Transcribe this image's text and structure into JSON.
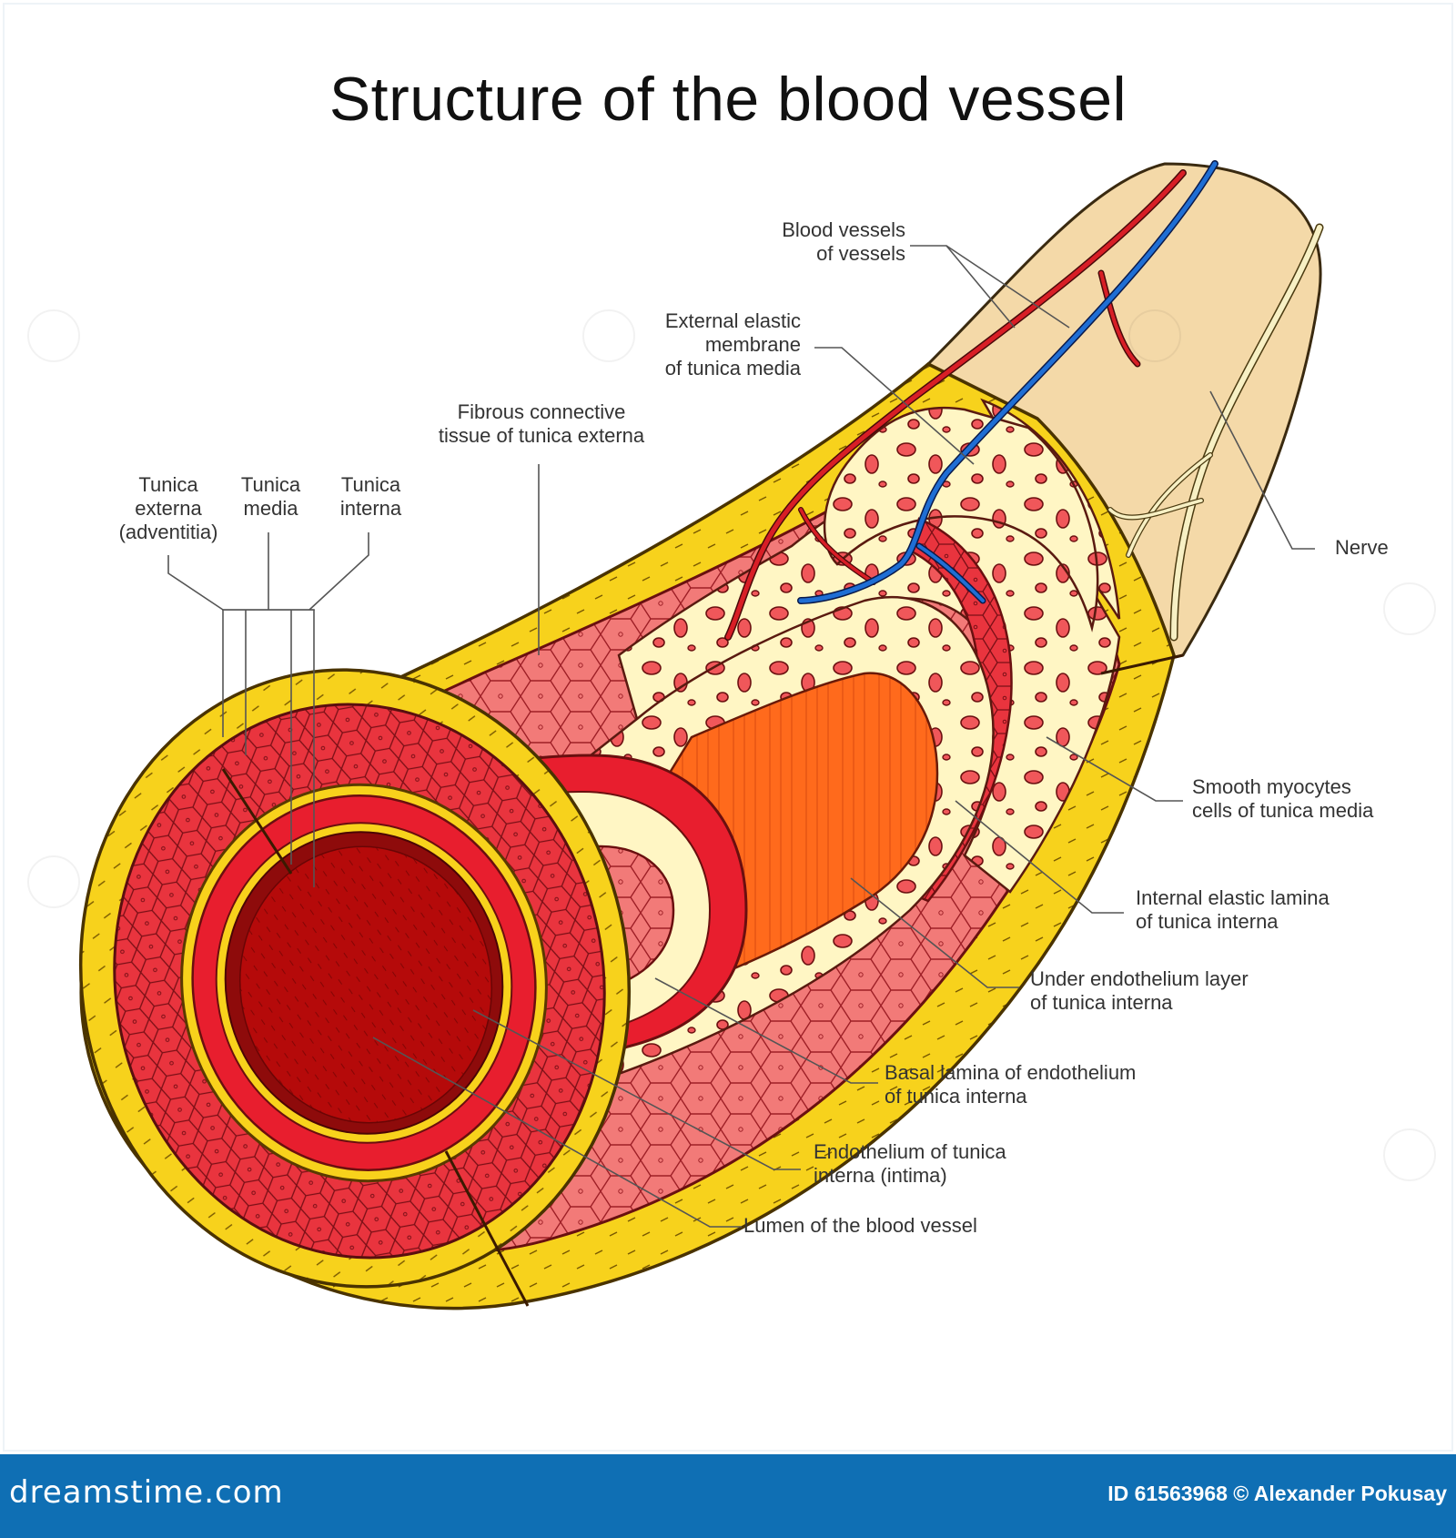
{
  "title": "Structure of the blood vessel",
  "labels": {
    "tunica_externa": "Tunica\nexterna\n(adventitia)",
    "tunica_media": "Tunica\nmedia",
    "tunica_interna": "Tunica\ninterna",
    "fibrous": "Fibrous connective\ntissue of tunica externa",
    "external_elastic": "External elastic\nmembrane\nof tunica media",
    "vasa_vasorum": "Blood vessels\nof vessels",
    "nerve": "Nerve",
    "smooth_myocytes": "Smooth myocytes\ncells of tunica media",
    "internal_elastic": "Internal elastic lamina\nof tunica interna",
    "under_endothelium": "Under endothelium layer\nof tunica interna",
    "basal_lamina": "Basal lamina of endothelium\nof tunica interna",
    "endothelium": "Endothelium of tunica\ninterna (intima)",
    "lumen": "Lumen of the blood vessel"
  },
  "footer": {
    "logo": "dreamstime.com",
    "image_id": "ID 61563968 © Alexander Pokusay"
  },
  "colors": {
    "externa_yellow": "#f5d21c",
    "media_red": "#e8283a",
    "cells_pink": "#f07a78",
    "elastic_cream": "#fff6c6",
    "intima_orange": "#f26a1c",
    "lumen_dark": "#b80000",
    "artery": "#d81e26",
    "vein": "#1f6ed4",
    "nerve": "#f7f0c4",
    "tube_beige": "#f4d9a8",
    "footer_blue": "#0f6fb4"
  }
}
